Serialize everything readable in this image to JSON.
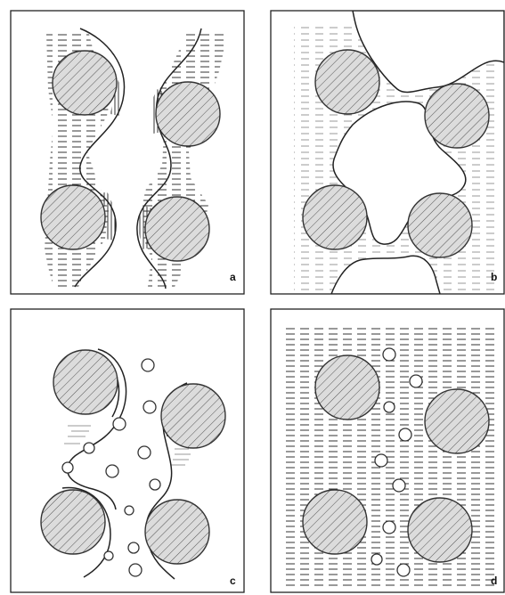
{
  "panels": [
    {
      "id": "a",
      "label": "a"
    },
    {
      "id": "b",
      "label": "b"
    },
    {
      "id": "c",
      "label": "c"
    },
    {
      "id": "d",
      "label": "d"
    }
  ]
}
